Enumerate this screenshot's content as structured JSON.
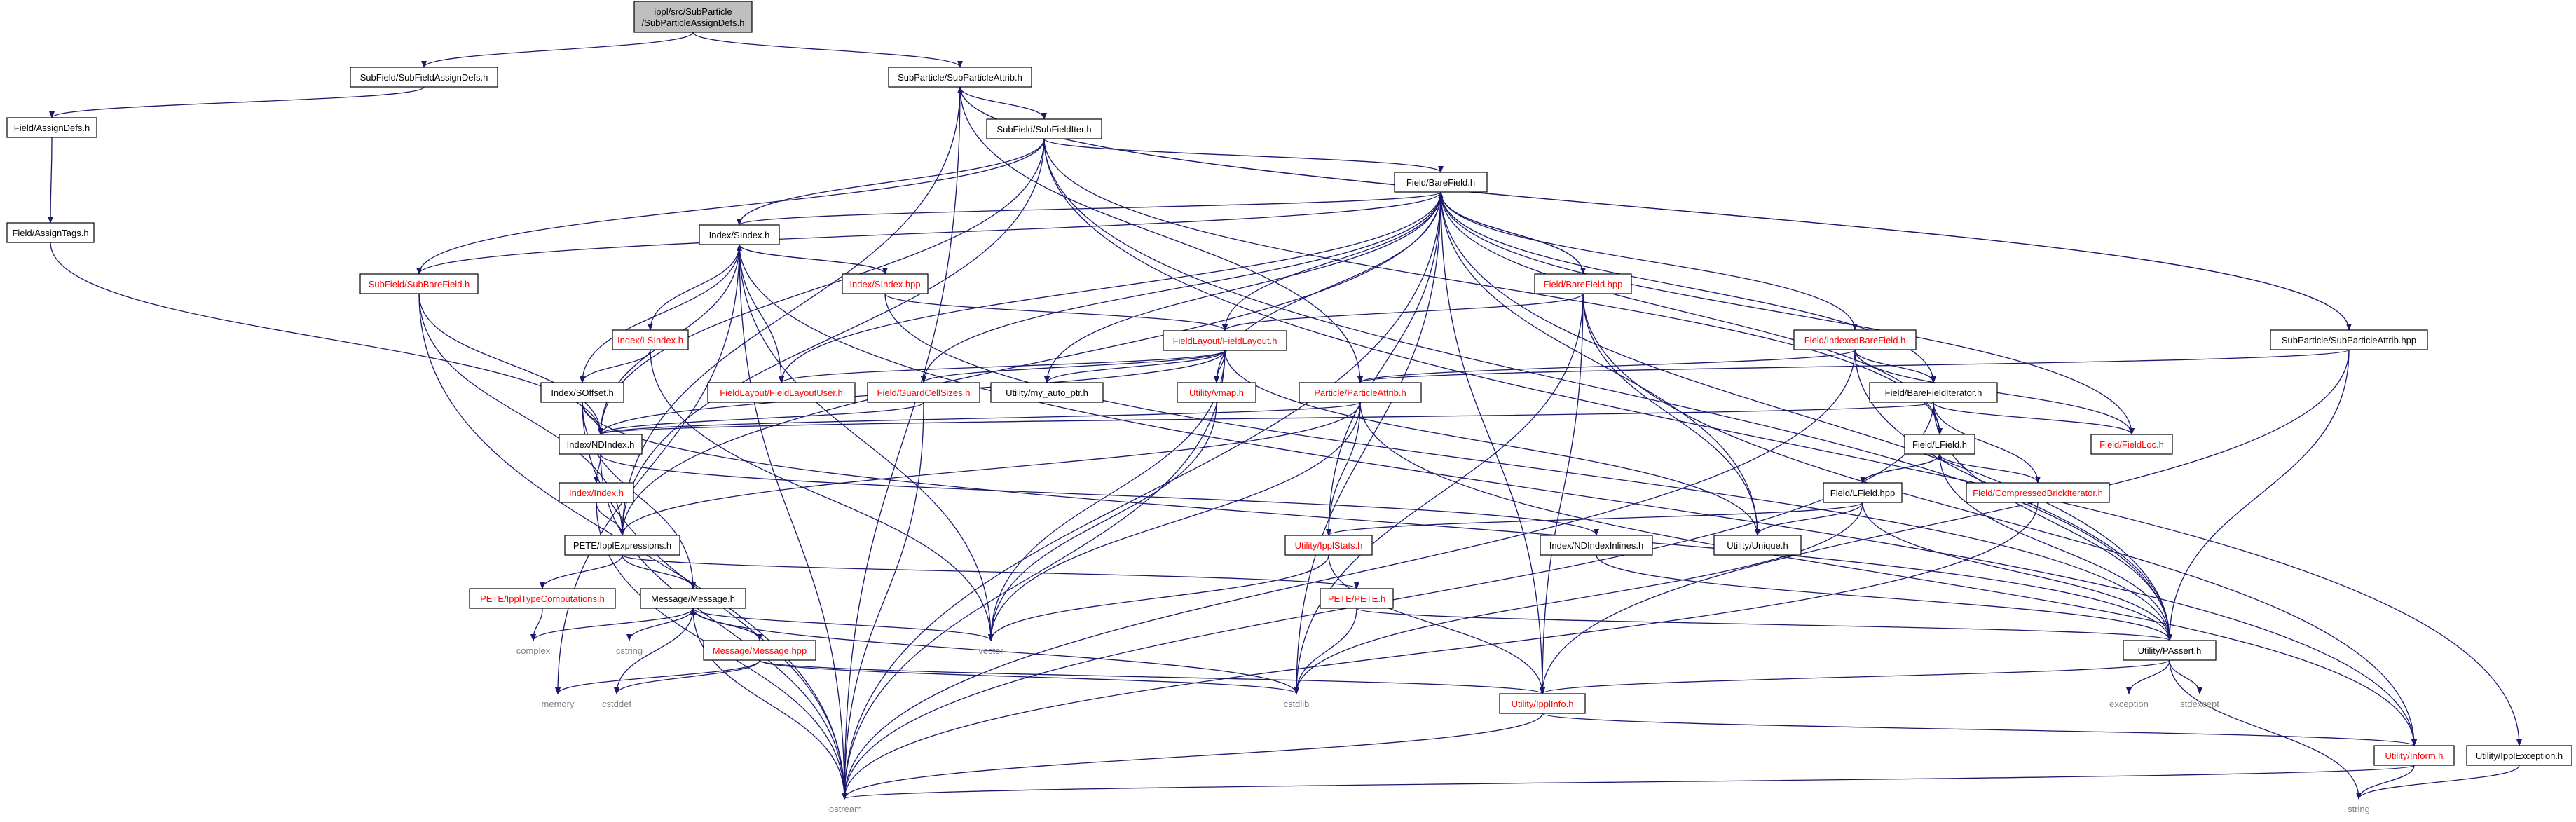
{
  "graph": {
    "root": "ippl/src/SubParticle/SubParticleAssignDefs.h",
    "nodes": [
      {
        "id": "root",
        "lines": [
          "ippl/src/SubParticle",
          "/SubParticleAssignDefs.h"
        ],
        "style": "root"
      },
      {
        "id": "subfieldassigndefs",
        "lines": [
          "SubField/SubFieldAssignDefs.h"
        ],
        "style": "normal"
      },
      {
        "id": "subparticleattrib_h",
        "lines": [
          "SubParticle/SubParticleAttrib.h"
        ],
        "style": "normal"
      },
      {
        "id": "assigndefs",
        "lines": [
          "Field/AssignDefs.h"
        ],
        "style": "normal"
      },
      {
        "id": "subfielditer",
        "lines": [
          "SubField/SubFieldIter.h"
        ],
        "style": "normal"
      },
      {
        "id": "assigntags",
        "lines": [
          "Field/AssignTags.h"
        ],
        "style": "normal"
      },
      {
        "id": "barefield_h",
        "lines": [
          "Field/BareField.h"
        ],
        "style": "normal"
      },
      {
        "id": "sindex_h",
        "lines": [
          "Index/SIndex.h"
        ],
        "style": "normal"
      },
      {
        "id": "subbarefield",
        "lines": [
          "SubField/SubBareField.h"
        ],
        "style": "red"
      },
      {
        "id": "sindex_hpp",
        "lines": [
          "Index/SIndex.hpp"
        ],
        "style": "red"
      },
      {
        "id": "barefield_hpp",
        "lines": [
          "Field/BareField.hpp"
        ],
        "style": "red"
      },
      {
        "id": "lsindex",
        "lines": [
          "Index/LSIndex.h"
        ],
        "style": "red"
      },
      {
        "id": "fieldlayout",
        "lines": [
          "FieldLayout/FieldLayout.h"
        ],
        "style": "red"
      },
      {
        "id": "indexedbarefield",
        "lines": [
          "Field/IndexedBareField.h"
        ],
        "style": "red"
      },
      {
        "id": "subparticleattrib_hpp",
        "lines": [
          "SubParticle/SubParticleAttrib.hpp"
        ],
        "style": "normal"
      },
      {
        "id": "soffset",
        "lines": [
          "Index/SOffset.h"
        ],
        "style": "normal"
      },
      {
        "id": "fieldlayoutuser",
        "lines": [
          "FieldLayout/FieldLayoutUser.h"
        ],
        "style": "red"
      },
      {
        "id": "guardcellsizes",
        "lines": [
          "Field/GuardCellSizes.h"
        ],
        "style": "red"
      },
      {
        "id": "my_auto_ptr",
        "lines": [
          "Utility/my_auto_ptr.h"
        ],
        "style": "normal"
      },
      {
        "id": "vmap",
        "lines": [
          "Utility/vmap.h"
        ],
        "style": "red"
      },
      {
        "id": "particleattrib",
        "lines": [
          "Particle/ParticleAttrib.h"
        ],
        "style": "red"
      },
      {
        "id": "barefielditerator",
        "lines": [
          "Field/BareFieldIterator.h"
        ],
        "style": "normal"
      },
      {
        "id": "fieldloc",
        "lines": [
          "Field/FieldLoc.h"
        ],
        "style": "red"
      },
      {
        "id": "ndindex_h",
        "lines": [
          "Index/NDIndex.h"
        ],
        "style": "normal"
      },
      {
        "id": "lfield_h",
        "lines": [
          "Field/LField.h"
        ],
        "style": "normal"
      },
      {
        "id": "index_h",
        "lines": [
          "Index/Index.h"
        ],
        "style": "red"
      },
      {
        "id": "lfield_hpp",
        "lines": [
          "Field/LField.hpp"
        ],
        "style": "normal"
      },
      {
        "id": "compressedbrick",
        "lines": [
          "Field/CompressedBrickIterator.h"
        ],
        "style": "red"
      },
      {
        "id": "ippltypecomp",
        "lines": [
          "PETE/IpplTypeComputations.h"
        ],
        "style": "red"
      },
      {
        "id": "ipplexpressions",
        "lines": [
          "PETE/IpplExpressions.h"
        ],
        "style": "normal"
      },
      {
        "id": "ndindexinlines",
        "lines": [
          "Index/NDIndexInlines.h"
        ],
        "style": "normal"
      },
      {
        "id": "ipplstats",
        "lines": [
          "Utility/IpplStats.h"
        ],
        "style": "red"
      },
      {
        "id": "unique",
        "lines": [
          "Utility/Unique.h"
        ],
        "style": "normal"
      },
      {
        "id": "message_h",
        "lines": [
          "Message/Message.h"
        ],
        "style": "normal"
      },
      {
        "id": "pete_h",
        "lines": [
          "PETE/PETE.h"
        ],
        "style": "red"
      },
      {
        "id": "complex",
        "lines": [
          "complex"
        ],
        "style": "grey"
      },
      {
        "id": "cstring",
        "lines": [
          "cstring"
        ],
        "style": "grey"
      },
      {
        "id": "message_hpp",
        "lines": [
          "Message/Message.hpp"
        ],
        "style": "red"
      },
      {
        "id": "vector",
        "lines": [
          "vector"
        ],
        "style": "grey"
      },
      {
        "id": "passert",
        "lines": [
          "Utility/PAssert.h"
        ],
        "style": "normal"
      },
      {
        "id": "memory",
        "lines": [
          "memory"
        ],
        "style": "grey"
      },
      {
        "id": "cstddef",
        "lines": [
          "cstddef"
        ],
        "style": "grey"
      },
      {
        "id": "cstdlib",
        "lines": [
          "cstdlib"
        ],
        "style": "grey"
      },
      {
        "id": "ipplinfo",
        "lines": [
          "Utility/IpplInfo.h"
        ],
        "style": "red"
      },
      {
        "id": "exception",
        "lines": [
          "exception"
        ],
        "style": "grey"
      },
      {
        "id": "stdexcept",
        "lines": [
          "stdexcept"
        ],
        "style": "grey"
      },
      {
        "id": "ipplexception",
        "lines": [
          "Utility/IpplException.h"
        ],
        "style": "normal"
      },
      {
        "id": "inform",
        "lines": [
          "Utility/Inform.h"
        ],
        "style": "red"
      },
      {
        "id": "iostream",
        "lines": [
          "iostream"
        ],
        "style": "grey"
      },
      {
        "id": "string",
        "lines": [
          "string"
        ],
        "style": "grey"
      }
    ],
    "edges": [
      [
        "root",
        "subfieldassigndefs"
      ],
      [
        "root",
        "subparticleattrib_h"
      ],
      [
        "subfieldassigndefs",
        "assigndefs"
      ],
      [
        "assigndefs",
        "assigntags"
      ],
      [
        "assigntags",
        "ndindex_h"
      ],
      [
        "subparticleattrib_h",
        "subfielditer"
      ],
      [
        "subparticleattrib_h",
        "subparticleattrib_hpp"
      ],
      [
        "subparticleattrib_h",
        "ipplexpressions"
      ],
      [
        "subparticleattrib_h",
        "iostream"
      ],
      [
        "subfielditer",
        "barefield_h"
      ],
      [
        "subfielditer",
        "sindex_h"
      ],
      [
        "subfielditer",
        "subbarefield"
      ],
      [
        "subfielditer",
        "ndindex_h"
      ],
      [
        "subfielditer",
        "lfield_h"
      ],
      [
        "subfielditer",
        "passert"
      ],
      [
        "subfielditer",
        "ipplexception"
      ],
      [
        "subfielditer",
        "ipplexpressions"
      ],
      [
        "barefield_h",
        "sindex_h"
      ],
      [
        "barefield_h",
        "barefield_hpp"
      ],
      [
        "barefield_h",
        "fieldlayout"
      ],
      [
        "barefield_h",
        "indexedbarefield"
      ],
      [
        "barefield_h",
        "fieldlayoutuser"
      ],
      [
        "barefield_h",
        "guardcellsizes"
      ],
      [
        "barefield_h",
        "my_auto_ptr"
      ],
      [
        "barefield_h",
        "vmap"
      ],
      [
        "barefield_h",
        "barefielditerator"
      ],
      [
        "barefield_h",
        "fieldloc"
      ],
      [
        "barefield_h",
        "lfield_h"
      ],
      [
        "barefield_h",
        "ipplexpressions"
      ],
      [
        "barefield_h",
        "ipplstats"
      ],
      [
        "barefield_h",
        "unique"
      ],
      [
        "barefield_h",
        "passert"
      ],
      [
        "barefield_h",
        "cstdlib"
      ],
      [
        "barefield_h",
        "ipplinfo"
      ],
      [
        "barefield_h",
        "iostream"
      ],
      [
        "barefield_h",
        "subbarefield"
      ],
      [
        "sindex_h",
        "sindex_hpp"
      ],
      [
        "sindex_h",
        "lsindex"
      ],
      [
        "sindex_h",
        "soffset"
      ],
      [
        "sindex_h",
        "fieldlayoutuser"
      ],
      [
        "sindex_h",
        "ndindex_h"
      ],
      [
        "sindex_h",
        "vector"
      ],
      [
        "sindex_h",
        "memory"
      ],
      [
        "sindex_h",
        "iostream"
      ],
      [
        "sindex_h",
        "inform"
      ],
      [
        "sindex_hpp",
        "sindex_h"
      ],
      [
        "sindex_hpp",
        "fieldlayout"
      ],
      [
        "sindex_hpp",
        "passert"
      ],
      [
        "subbarefield",
        "ndindex_h"
      ],
      [
        "subbarefield",
        "ipplexpressions"
      ],
      [
        "subbarefield",
        "iostream"
      ],
      [
        "barefield_hpp",
        "barefield_h"
      ],
      [
        "barefield_hpp",
        "fieldlayout"
      ],
      [
        "barefield_hpp",
        "unique"
      ],
      [
        "barefield_hpp",
        "ipplinfo"
      ],
      [
        "barefield_hpp",
        "cstdlib"
      ],
      [
        "barefield_hpp",
        "inform"
      ],
      [
        "lsindex",
        "soffset"
      ],
      [
        "lsindex",
        "vector"
      ],
      [
        "fieldlayout",
        "fieldlayoutuser"
      ],
      [
        "fieldlayout",
        "guardcellsizes"
      ],
      [
        "fieldlayout",
        "my_auto_ptr"
      ],
      [
        "fieldlayout",
        "vmap"
      ],
      [
        "fieldlayout",
        "ndindex_h"
      ],
      [
        "fieldlayout",
        "unique"
      ],
      [
        "fieldlayout",
        "iostream"
      ],
      [
        "fieldlayout",
        "vector"
      ],
      [
        "indexedbarefield",
        "barefielditerator"
      ],
      [
        "indexedbarefield",
        "particleattrib"
      ],
      [
        "indexedbarefield",
        "passert"
      ],
      [
        "indexedbarefield",
        "fieldloc"
      ],
      [
        "indexedbarefield",
        "iostream"
      ],
      [
        "subparticleattrib_hpp",
        "particleattrib"
      ],
      [
        "subparticleattrib_hpp",
        "passert"
      ],
      [
        "subparticleattrib_hpp",
        "ipplinfo"
      ],
      [
        "subparticleattrib_hpp",
        "subparticleattrib_h"
      ],
      [
        "soffset",
        "ndindex_h"
      ],
      [
        "soffset",
        "passert"
      ],
      [
        "soffset",
        "iostream"
      ],
      [
        "soffset",
        "message_h"
      ],
      [
        "guardcellsizes",
        "ndindex_h"
      ],
      [
        "guardcellsizes",
        "iostream"
      ],
      [
        "vmap",
        "vector"
      ],
      [
        "particleattrib",
        "subparticleattrib_h"
      ],
      [
        "particleattrib",
        "ipplstats"
      ],
      [
        "particleattrib",
        "ipplexpressions"
      ],
      [
        "particleattrib",
        "ndindex_h"
      ],
      [
        "particleattrib",
        "vector"
      ],
      [
        "particleattrib",
        "inform"
      ],
      [
        "barefielditerator",
        "lfield_h"
      ],
      [
        "barefielditerator",
        "compressedbrick"
      ],
      [
        "barefielditerator",
        "passert"
      ],
      [
        "barefielditerator",
        "ndindex_h"
      ],
      [
        "barefielditerator",
        "fieldloc"
      ],
      [
        "barefielditerator",
        "iostream"
      ],
      [
        "ndindex_h",
        "index_h"
      ],
      [
        "ndindex_h",
        "ndindexinlines"
      ],
      [
        "ndindex_h",
        "iostream"
      ],
      [
        "lfield_h",
        "lfield_hpp"
      ],
      [
        "lfield_h",
        "compressedbrick"
      ],
      [
        "lfield_h",
        "passert"
      ],
      [
        "lfield_hpp",
        "lfield_h"
      ],
      [
        "lfield_hpp",
        "unique"
      ],
      [
        "lfield_hpp",
        "ipplstats"
      ],
      [
        "lfield_hpp",
        "passert"
      ],
      [
        "lfield_hpp",
        "cstdlib"
      ],
      [
        "index_h",
        "ipplexpressions"
      ],
      [
        "index_h",
        "iostream"
      ],
      [
        "compressedbrick",
        "iostream"
      ],
      [
        "ipplexpressions",
        "ippltypecomp"
      ],
      [
        "ipplexpressions",
        "message_h"
      ],
      [
        "ipplexpressions",
        "pete_h"
      ],
      [
        "ippltypecomp",
        "complex"
      ],
      [
        "ndindexinlines",
        "passert"
      ],
      [
        "ipplstats",
        "ipplinfo"
      ],
      [
        "ipplstats",
        "vector"
      ],
      [
        "message_h",
        "message_hpp"
      ],
      [
        "message_h",
        "complex"
      ],
      [
        "message_h",
        "cstring"
      ],
      [
        "message_h",
        "vector"
      ],
      [
        "message_h",
        "cstddef"
      ],
      [
        "message_h",
        "iostream"
      ],
      [
        "message_h",
        "cstdlib"
      ],
      [
        "message_hpp",
        "message_h"
      ],
      [
        "message_hpp",
        "memory"
      ],
      [
        "message_hpp",
        "cstddef"
      ],
      [
        "message_hpp",
        "cstdlib"
      ],
      [
        "message_hpp",
        "ipplinfo"
      ],
      [
        "pete_h",
        "passert"
      ],
      [
        "pete_h",
        "cstdlib"
      ],
      [
        "passert",
        "exception"
      ],
      [
        "passert",
        "stdexcept"
      ],
      [
        "passert",
        "string"
      ],
      [
        "passert",
        "ipplinfo"
      ],
      [
        "ipplinfo",
        "inform"
      ],
      [
        "ipplinfo",
        "iostream"
      ],
      [
        "ipplexception",
        "string"
      ],
      [
        "inform",
        "iostream"
      ],
      [
        "inform",
        "string"
      ]
    ]
  }
}
